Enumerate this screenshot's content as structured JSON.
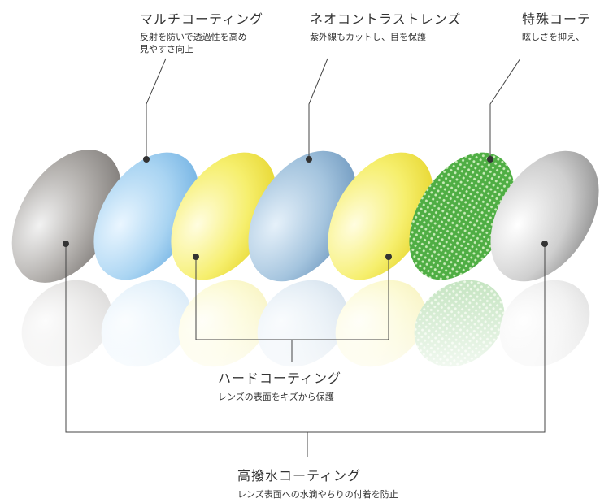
{
  "labels": {
    "multi_coating": {
      "title": "マルチコーティング",
      "desc_line1": "反射を防いで透過性を高め",
      "desc_line2": "見やすさ向上"
    },
    "neo_contrast": {
      "title": "ネオコントラストレンズ",
      "desc": "紫外線もカットし、目を保護"
    },
    "special_coating": {
      "title": "特殊コーテ",
      "desc": "眩しさを抑え、"
    },
    "hard_coating": {
      "title": "ハードコーティング",
      "desc": "レンズの表面をキズから保護"
    },
    "water_repellent": {
      "title": "高撥水コーティング",
      "desc": "レンズ表面への水滴やちりの付着を防止"
    }
  },
  "colors": {
    "gray_lens": "#a9a9a9",
    "blue_lens": "#a9d4f2",
    "yellow_lens": "#f4ee66",
    "steel_blue_lens": "#98bcd8",
    "green_lens": "#5fbf52",
    "silver_lens": "#c6c6c6",
    "line": "#444444",
    "dot": "#333333"
  }
}
